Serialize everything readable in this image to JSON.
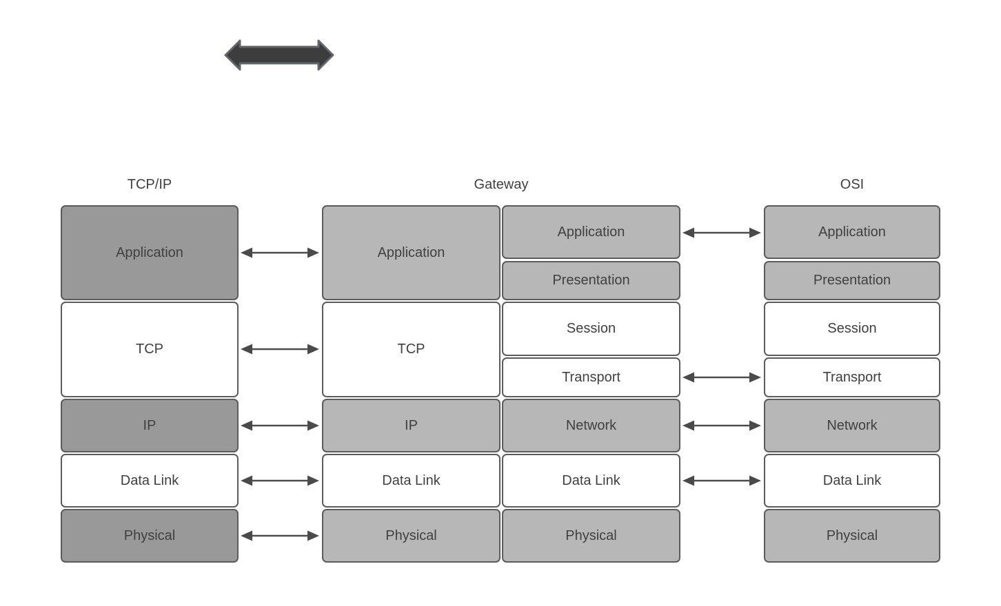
{
  "diagram_title": "",
  "icons": {
    "double_arrow": {
      "name": "double-arrow",
      "description": "thick horizontal two-headed arrow",
      "fill": "#3d3d3d",
      "stroke": "#63676d"
    }
  },
  "colors": {
    "background": "#ffffff",
    "dark_gray_fill": "#999999",
    "light_gray_fill": "#b7b7b7",
    "white_fill": "#ffffff",
    "box_border": "#5b5b5b",
    "text": "#404040",
    "connector": "#4a4a4a"
  },
  "columns": {
    "tcpip": {
      "title": "TCP/IP",
      "layers": [
        {
          "label": "Application",
          "shade": "dark"
        },
        {
          "label": "TCP",
          "shade": "white"
        },
        {
          "label": "IP",
          "shade": "dark"
        },
        {
          "label": "Data Link",
          "shade": "white"
        },
        {
          "label": "Physical",
          "shade": "dark"
        }
      ]
    },
    "gateway": {
      "title": "Gateway",
      "tcpip_stack": [
        {
          "label": "Application",
          "shade": "light"
        },
        {
          "label": "TCP",
          "shade": "white"
        },
        {
          "label": "IP",
          "shade": "light"
        },
        {
          "label": "Data Link",
          "shade": "white"
        },
        {
          "label": "Physical",
          "shade": "light"
        }
      ],
      "osi_stack": [
        {
          "label": "Application",
          "shade": "light"
        },
        {
          "label": "Presentation",
          "shade": "light"
        },
        {
          "label": "Session",
          "shade": "white"
        },
        {
          "label": "Transport",
          "shade": "white"
        },
        {
          "label": "Network",
          "shade": "light"
        },
        {
          "label": "Data Link",
          "shade": "white"
        },
        {
          "label": "Physical",
          "shade": "light"
        }
      ]
    },
    "osi": {
      "title": "OSI",
      "layers": [
        {
          "label": "Application",
          "shade": "light"
        },
        {
          "label": "Presentation",
          "shade": "light"
        },
        {
          "label": "Session",
          "shade": "white"
        },
        {
          "label": "Transport",
          "shade": "white"
        },
        {
          "label": "Network",
          "shade": "light"
        },
        {
          "label": "Data Link",
          "shade": "white"
        },
        {
          "label": "Physical",
          "shade": "light"
        }
      ]
    }
  },
  "connections": {
    "tcpip_to_gateway": [
      "Application",
      "TCP",
      "IP",
      "Data Link",
      "Physical"
    ],
    "gateway_to_osi": [
      "Application",
      "Transport",
      "Network",
      "Data Link"
    ]
  }
}
